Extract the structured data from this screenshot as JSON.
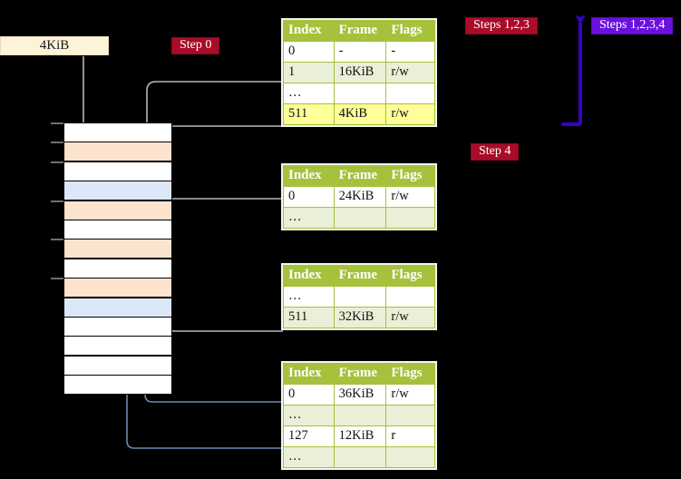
{
  "title": "Multi-level page table walk diagram",
  "size_label": {
    "text": "4KiB"
  },
  "badges": {
    "step0": "Step 0",
    "step4": "Step 4",
    "steps123": "Steps 1,2,3",
    "steps1234": "Steps 1,2,3,4"
  },
  "colors": {
    "header_green": "#a6c13c",
    "row_even": "#eaefd7",
    "highlight": "#ffff99",
    "badge_crimson": "#a80c28",
    "badge_violet": "#6a11e0",
    "sizebox_bg": "#fcf3d9",
    "mem_orange": "#fce3cd",
    "mem_blue": "#dce8f7",
    "wire_gray": "#b8b8b8",
    "wire_blue": "#6d88b5"
  },
  "tables": [
    {
      "name": "page-table-level-1",
      "headers": [
        "Index",
        "Frame",
        "Flags"
      ],
      "rows": [
        {
          "cells": [
            "0",
            "-",
            "-"
          ],
          "shade": "odd",
          "highlight": []
        },
        {
          "cells": [
            "1",
            "16KiB",
            "r/w"
          ],
          "shade": "even",
          "highlight": []
        },
        {
          "cells": [
            "…",
            "",
            ""
          ],
          "shade": "odd",
          "highlight": []
        },
        {
          "cells": [
            "511",
            "4KiB",
            "r/w"
          ],
          "shade": "even",
          "highlight": [
            0,
            1,
            2
          ]
        }
      ]
    },
    {
      "name": "page-table-level-2",
      "headers": [
        "Index",
        "Frame",
        "Flags"
      ],
      "rows": [
        {
          "cells": [
            "0",
            "24KiB",
            "r/w"
          ],
          "shade": "odd",
          "highlight": []
        },
        {
          "cells": [
            "…",
            "",
            ""
          ],
          "shade": "even",
          "highlight": []
        }
      ]
    },
    {
      "name": "page-table-level-3",
      "headers": [
        "Index",
        "Frame",
        "Flags"
      ],
      "rows": [
        {
          "cells": [
            "…",
            "",
            ""
          ],
          "shade": "odd",
          "highlight": []
        },
        {
          "cells": [
            "511",
            "32KiB",
            "r/w"
          ],
          "shade": "even",
          "highlight": []
        }
      ]
    },
    {
      "name": "page-table-level-4",
      "headers": [
        "Index",
        "Frame",
        "Flags"
      ],
      "rows": [
        {
          "cells": [
            "0",
            "36KiB",
            "r/w"
          ],
          "shade": "odd",
          "highlight": []
        },
        {
          "cells": [
            "…",
            "",
            ""
          ],
          "shade": "even",
          "highlight": []
        },
        {
          "cells": [
            "127",
            "12KiB",
            "r"
          ],
          "shade": "odd",
          "highlight": []
        },
        {
          "cells": [
            "…",
            "",
            ""
          ],
          "shade": "even",
          "highlight": []
        }
      ]
    }
  ],
  "memory_rows": [
    {
      "index": 0,
      "fill": "white",
      "tick": true
    },
    {
      "index": 1,
      "fill": "orange",
      "tick": true
    },
    {
      "index": 2,
      "fill": "white",
      "tick": true
    },
    {
      "index": 3,
      "fill": "blue",
      "tick": false
    },
    {
      "index": 4,
      "fill": "orange",
      "tick": true
    },
    {
      "index": 5,
      "fill": "white",
      "tick": false
    },
    {
      "index": 6,
      "fill": "orange",
      "tick": true
    },
    {
      "index": 7,
      "fill": "white",
      "tick": false
    },
    {
      "index": 8,
      "fill": "orange",
      "tick": true
    },
    {
      "index": 9,
      "fill": "blue",
      "tick": false
    },
    {
      "index": 10,
      "fill": "white",
      "tick": false
    },
    {
      "index": 11,
      "fill": "white",
      "tick": false
    },
    {
      "index": 12,
      "fill": "white",
      "tick": false
    },
    {
      "index": 13,
      "fill": "white",
      "tick": false
    }
  ]
}
